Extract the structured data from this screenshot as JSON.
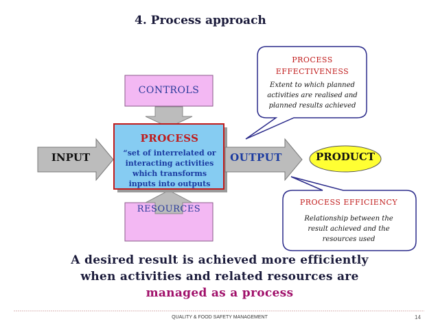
{
  "title": "4. Process approach",
  "controls": "CONTROLS",
  "resources": "RESOURCES",
  "process": {
    "title": "PROCESS",
    "description_lines": [
      "“set of interrelated or",
      "interacting activities",
      "which transforms",
      "inputs into outputs"
    ]
  },
  "input": "INPUT",
  "output": "OUTPUT",
  "product": "PRODUCT",
  "effectiveness": {
    "title_lines": [
      "PROCESS",
      "EFFECTIVENESS"
    ],
    "desc_lines": [
      "Extent to which planned",
      "activities are realised and",
      "planned results achieved"
    ]
  },
  "efficiency": {
    "title": "PROCESS EFFICIENCY",
    "desc_lines": [
      "Relationship between the",
      "result achieved and the",
      "resources used"
    ]
  },
  "conclusion": {
    "line1": "A desired result is achieved more efficiently",
    "line2": "when activities and related resources are",
    "line3": "managed as a process"
  },
  "footer": "QUALITY & FOOD SAFETY MANAGEMENT",
  "page_number": "14",
  "colors": {
    "controls_fill": "#f3b8f3",
    "process_fill": "#86ccf2",
    "process_border": "#c01a1a",
    "arrow_fill": "#bcbcbc",
    "product_fill": "#ffff33",
    "callout_border": "#2a2a8a",
    "highlight": "#a0106a"
  }
}
